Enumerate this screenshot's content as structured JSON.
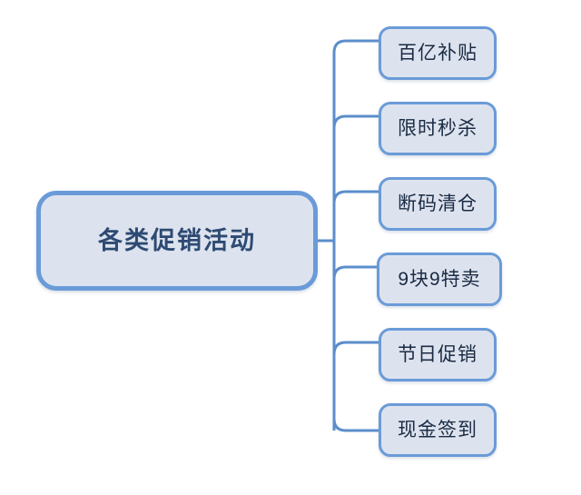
{
  "diagram": {
    "type": "mind-map",
    "orientation": "left-to-right",
    "background_color": "#ffffff",
    "node_fill_color": "#dde3ee",
    "node_border_color": "#6a9bd8",
    "connector_color": "#5b8ecb",
    "root_text_color": "#2d4a73",
    "child_text_color": "#1a2b44",
    "root": {
      "label": "各类促销活动",
      "child_count": 6
    },
    "children": [
      {
        "label": "百亿补贴"
      },
      {
        "label": "限时秒杀"
      },
      {
        "label": "断码清仓"
      },
      {
        "label": "9块9特卖"
      },
      {
        "label": "节日促销"
      },
      {
        "label": "现金签到"
      }
    ]
  }
}
